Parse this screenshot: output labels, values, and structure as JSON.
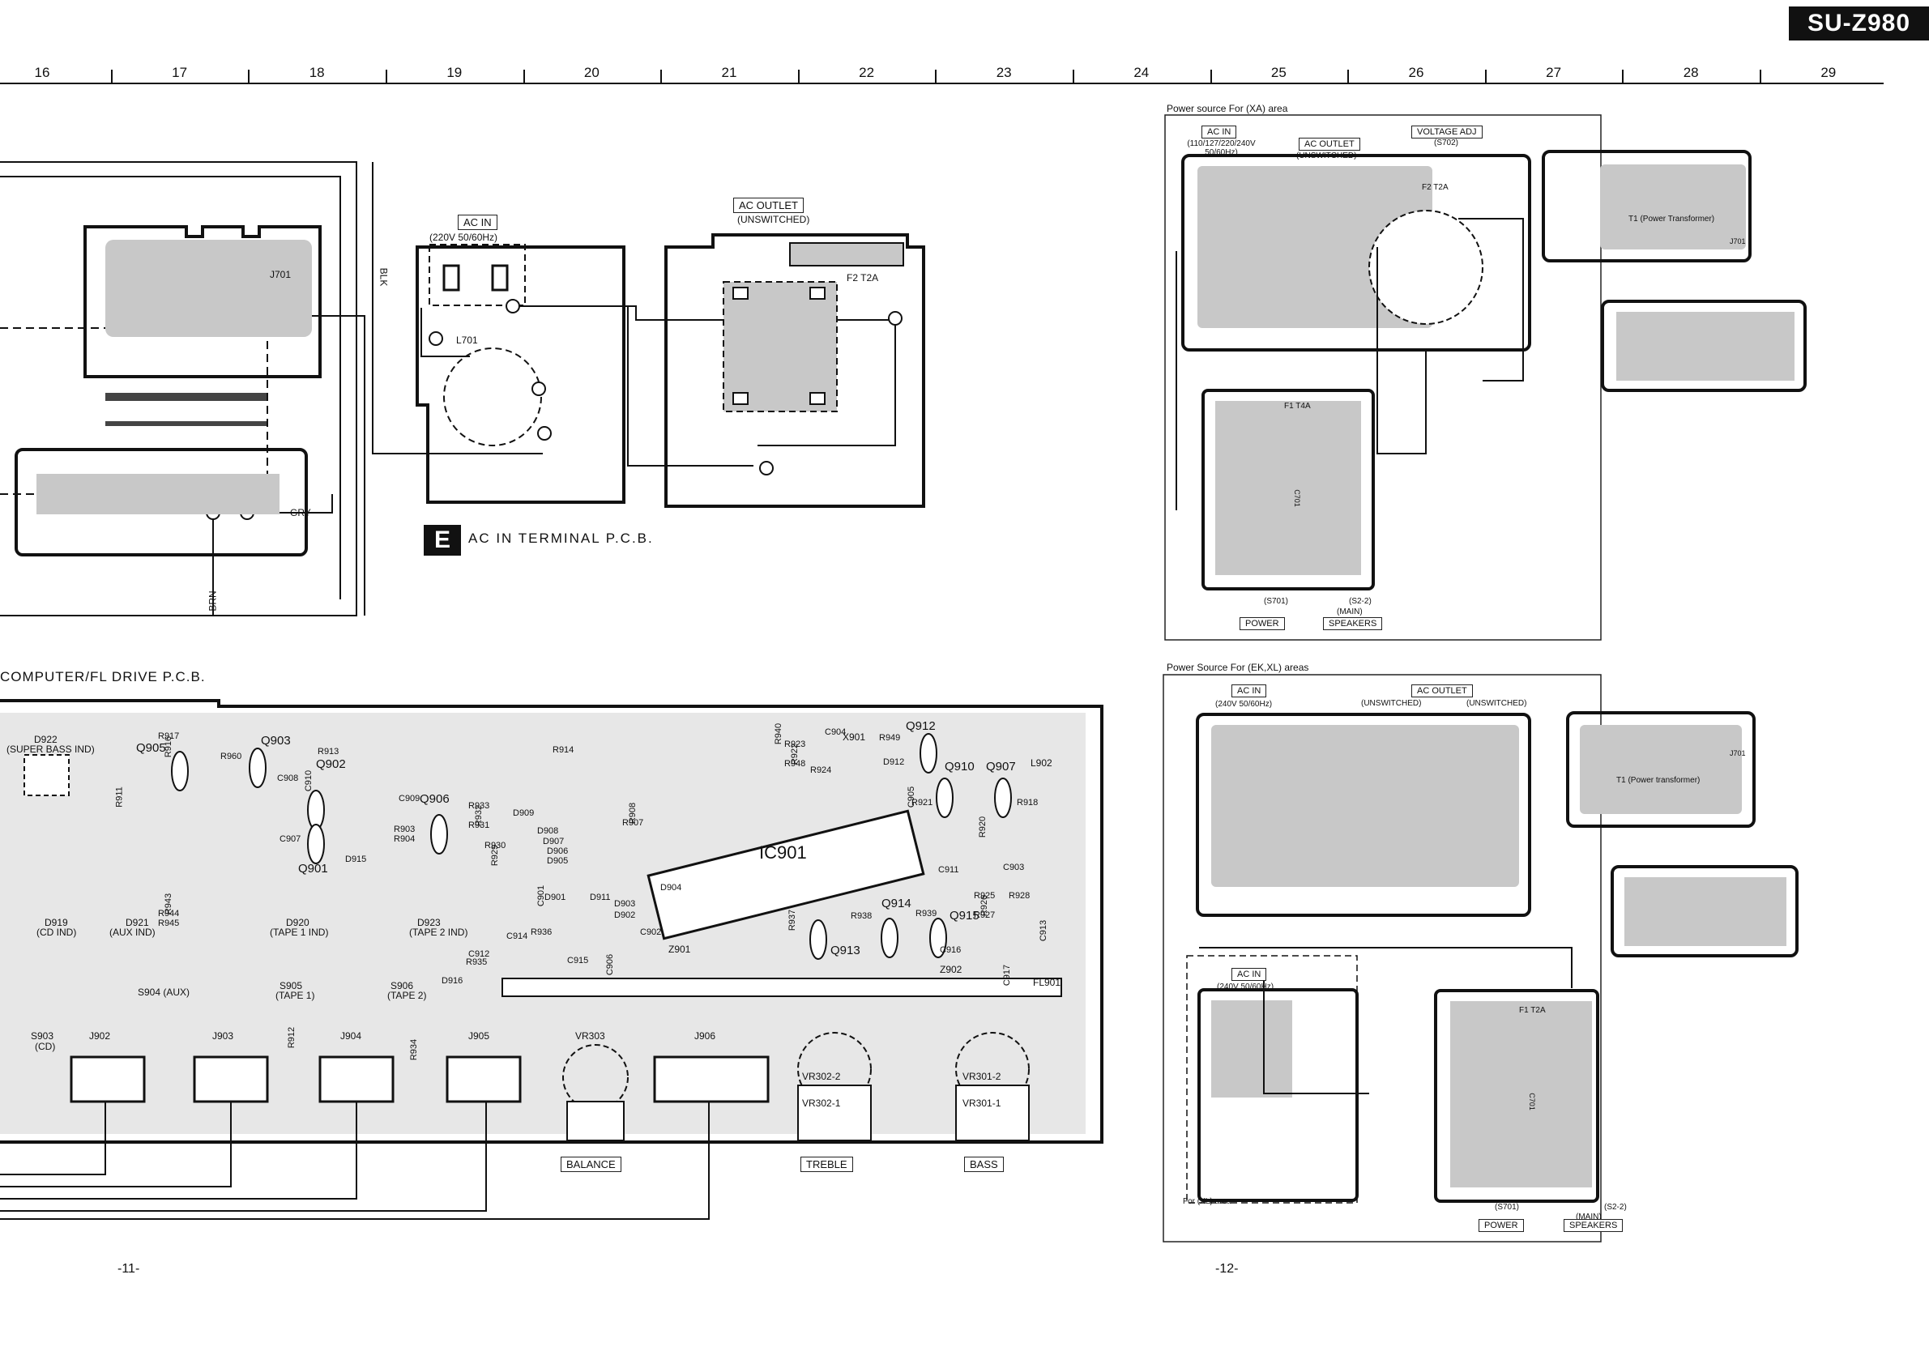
{
  "header": {
    "model": "SU-Z980",
    "grid_columns": [
      "16",
      "17",
      "18",
      "19",
      "20",
      "21",
      "22",
      "23",
      "24",
      "25",
      "26",
      "27",
      "28",
      "29"
    ]
  },
  "ac_in_terminal": {
    "board_letter": "E",
    "board_title": "AC IN TERMINAL P.C.B.",
    "ac_in_label": "AC IN",
    "ac_in_rating": "(220V 50/60Hz)",
    "ac_outlet_label": "AC OUTLET",
    "ac_outlet_sub": "(UNSWITCHED)",
    "inductor": "L701",
    "fuse": "F2 T2A",
    "connector": "J701",
    "wire_blk": "BLK",
    "wire_gry": "GRY",
    "wire_brn": "BRN"
  },
  "computer_board": {
    "title": "COMPUTER/FL DRIVE P.C.B.",
    "ic": "IC901",
    "display": "FL901",
    "controls": [
      "BALANCE",
      "TREBLE",
      "BASS"
    ],
    "pots": [
      "VR303",
      "VR302-2",
      "VR302-1",
      "VR301-2",
      "VR301-1"
    ],
    "jacks": [
      "J902",
      "J903",
      "J904",
      "J905",
      "J906"
    ],
    "switches": [
      "S903",
      "S904 (AUX)",
      "S905",
      "S906"
    ],
    "switch_subs": [
      "(CD)",
      "",
      "(TAPE 1)",
      "(TAPE 2)"
    ],
    "leds": [
      "D922",
      "D919",
      "D921",
      "D920",
      "D923"
    ],
    "led_subs": [
      "(SUPER BASS IND)",
      "(CD IND)",
      "(AUX IND)",
      "(TAPE 1 IND)",
      "(TAPE 2 IND)"
    ],
    "transistors": [
      "Q905",
      "Q903",
      "Q902",
      "Q901",
      "Q906",
      "Q912",
      "Q910",
      "Q907",
      "Q914",
      "Q913",
      "Q915"
    ],
    "crystal": "X901",
    "resistors": [
      "R917",
      "R916",
      "R960",
      "R913",
      "R911",
      "R914",
      "R933",
      "R932",
      "R931",
      "R930",
      "R929",
      "R903",
      "R904",
      "R908",
      "R907",
      "R923",
      "R922",
      "R948",
      "R924",
      "R940",
      "R949",
      "R921",
      "R920",
      "R918",
      "R925",
      "R926",
      "R927",
      "R928",
      "R937",
      "R938",
      "R939",
      "R943",
      "R944",
      "R945",
      "R934",
      "R935",
      "R936",
      "R912"
    ],
    "capacitors": [
      "C908",
      "C910",
      "C909",
      "C907",
      "C901",
      "C902",
      "C904",
      "C905",
      "C903",
      "C911",
      "C913",
      "C915",
      "C916",
      "C917",
      "C912",
      "C914",
      "C906"
    ],
    "diodes": [
      "D909",
      "D908",
      "D907",
      "D906",
      "D905",
      "D904",
      "D903",
      "D902",
      "D901",
      "D911",
      "D912",
      "D915",
      "D916"
    ],
    "coil": "L902",
    "zeners": [
      "Z901",
      "Z902"
    ]
  },
  "xa_area": {
    "title": "Power source For (XA) area",
    "ac_in_label": "AC IN",
    "ac_in_rating": "(110/127/220/240V 50/60Hz)",
    "ac_outlet_label": "AC OUTLET",
    "ac_outlet_sub": "(UNSWITCHED)",
    "voltage_adj_label": "VOLTAGE ADJ",
    "voltage_adj_sub": "(S702)",
    "fuse_top": "F2 T2A",
    "transformer": "T1 (Power Transformer)",
    "connector": "J701",
    "fuse_lower": "F1 T4A",
    "capacitor": "C701",
    "switch_power": "(S701)",
    "switch_main": "(S2-2)",
    "main_label": "(MAIN)",
    "power_label": "POWER",
    "speakers_label": "SPEAKERS"
  },
  "ek_xl_area": {
    "title": "Power Source For (EK,XL) areas",
    "ac_in_label": "AC IN",
    "ac_in_rating": "(240V 50/60Hz)",
    "ac_outlet_label": "AC OUTLET",
    "ac_outlet_sub_left": "(UNSWITCHED)",
    "ac_outlet_sub_right": "(UNSWITCHED)",
    "transformer": "T1 (Power transformer)",
    "connector": "J701",
    "xl_ac_in_label": "AC IN",
    "xl_ac_in_rating": "(240V 50/60Hz)",
    "fuse": "F1 T2A",
    "capacitor": "C701",
    "xl_note": "For (XL) area",
    "switch_power": "(S701)",
    "switch_main": "(S2-2)",
    "main_label": "(MAIN)",
    "power_label": "POWER",
    "speakers_label": "SPEAKERS"
  },
  "footer": {
    "page_left": "-11-",
    "page_right": "-12-"
  }
}
